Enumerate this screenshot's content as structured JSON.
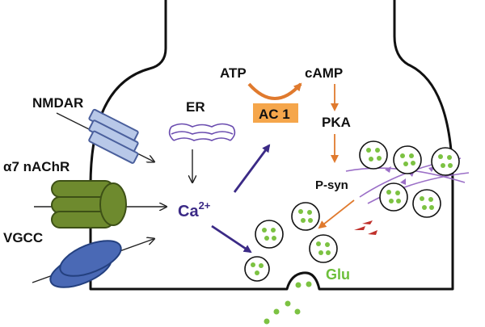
{
  "labels": {
    "nmdar": "NMDAR",
    "a7_alpha": "α",
    "a7_rest": "7 nAChR",
    "vgcc": "VGCC",
    "er": "ER",
    "ca": "Ca",
    "ca_sup": "2+",
    "atp": "ATP",
    "camp": "cAMP",
    "ac1": "AC 1",
    "pka": "PKA",
    "psyn": "P-syn",
    "glu": "Glu"
  },
  "colors": {
    "outline": "#111111",
    "arrow_black": "#222222",
    "arrow_purple": "#3b2a86",
    "arrow_orange": "#e07a2e",
    "ac1_box": "#f5a64b",
    "nmdar_fill": "#b8c8e8",
    "nmdar_stroke": "#4a5f9c",
    "nachr_fill": "#6e8a2e",
    "nachr_stroke": "#3d5016",
    "vgcc_fill": "#4a69b5",
    "vgcc_stroke": "#24407f",
    "er_stroke": "#6a4caf",
    "vesicle_dot": "#7cc242",
    "synapsin_line": "#9b6fc7",
    "red_marks": "#c0302b"
  }
}
